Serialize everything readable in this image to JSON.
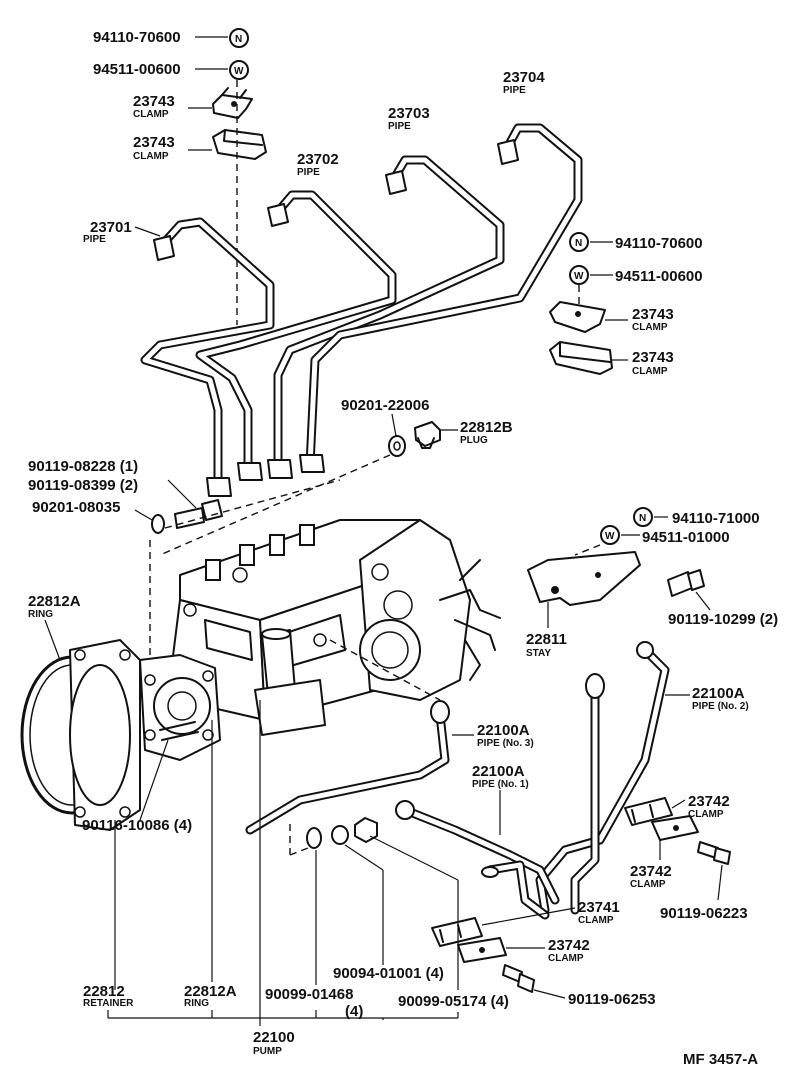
{
  "labels": {
    "p_94110_70600_a": "94110-70600",
    "p_94511_00600_a": "94511-00600",
    "p_23743_a": "23743",
    "n_clamp_a": "CLAMP",
    "p_23743_b": "23743",
    "n_clamp_b": "CLAMP",
    "p_23701": "23701",
    "n_pipe_23701": "PIPE",
    "p_23702": "23702",
    "n_pipe_23702": "PIPE",
    "p_23703": "23703",
    "n_pipe_23703": "PIPE",
    "p_23704": "23704",
    "n_pipe_23704": "PIPE",
    "p_94110_70600_b": "94110-70600",
    "p_94511_00600_b": "94511-00600",
    "p_23743_c": "23743",
    "n_clamp_c": "CLAMP",
    "p_23743_d": "23743",
    "n_clamp_d": "CLAMP",
    "p_90201_22006": "90201-22006",
    "p_22812b": "22812B",
    "n_plug": "PLUG",
    "p_90119_08228": "90119-08228 (1)",
    "p_90119_08399": "90119-08399 (2)",
    "p_90201_08035": "90201-08035",
    "p_94110_71000": "94110-71000",
    "p_94511_01000": "94511-01000",
    "p_22812a_ring": "22812A",
    "n_ring_a": "RING",
    "p_90119_10299": "90119-10299 (2)",
    "p_22811": "22811",
    "n_stay": "STAY",
    "p_22100a_2": "22100A",
    "n_pipe_no2": "PIPE (No. 2)",
    "p_22100a_3": "22100A",
    "n_pipe_no3": "PIPE (No. 3)",
    "p_22100a_1": "22100A",
    "n_pipe_no1": "PIPE (No. 1)",
    "p_23742_a": "23742",
    "n_clamp_e": "CLAMP",
    "p_23742_b": "23742",
    "n_clamp_f": "CLAMP",
    "p_90116_10086": "90116-10086 (4)",
    "p_23741": "23741",
    "n_clamp_g": "CLAMP",
    "p_90119_06223": "90119-06223",
    "p_23742_c": "23742",
    "n_clamp_h": "CLAMP",
    "p_90094_01001": "90094-01001 (4)",
    "p_90119_06253": "90119-06253",
    "p_22812": "22812",
    "n_retainer": "RETAINER",
    "p_22812a_b": "22812A",
    "n_ring_b": "RING",
    "p_90099_01468": "90099-01468",
    "p_90099_01468_qty": "(4)",
    "p_90099_05174": "90099-05174 (4)",
    "p_22100": "22100",
    "n_pump": "PUMP",
    "ref_code": "MF 3457-A"
  },
  "badges": {
    "nut": "N",
    "washer": "W"
  }
}
